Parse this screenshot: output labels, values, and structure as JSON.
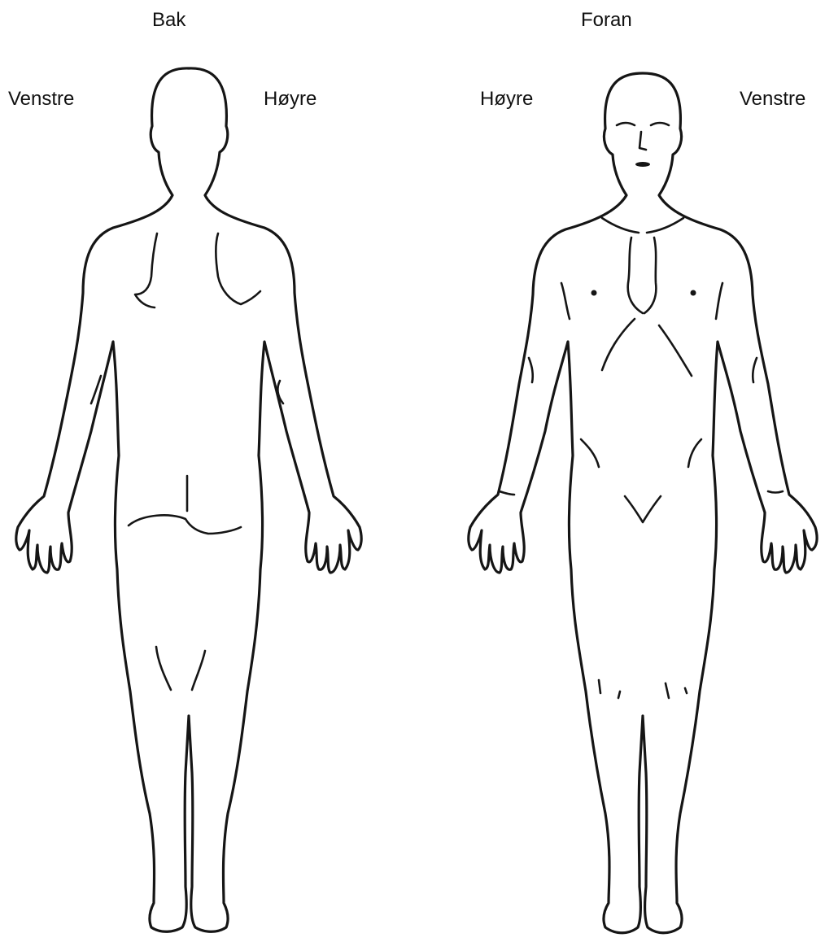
{
  "back_view": {
    "title": "Bak",
    "left_label": "Venstre",
    "right_label": "Høyre"
  },
  "front_view": {
    "title": "Foran",
    "right_label": "Høyre",
    "left_label": "Venstre"
  },
  "colors": {
    "outline": "#151515",
    "background": "#ffffff"
  }
}
